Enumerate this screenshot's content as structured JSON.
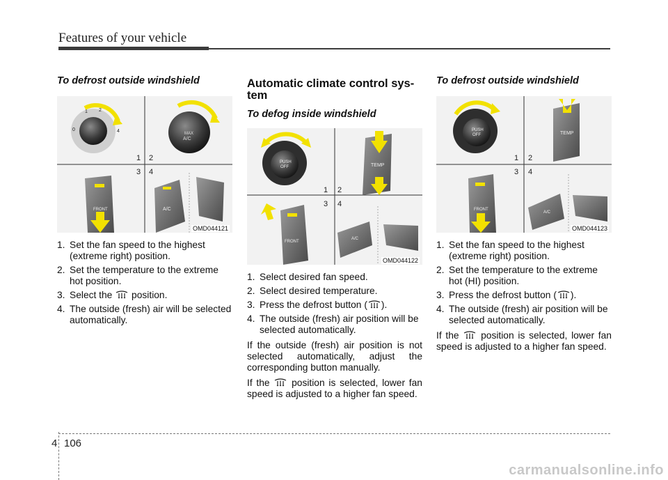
{
  "header": {
    "title": "Features of your vehicle"
  },
  "col1": {
    "heading": "To defrost outside windshield",
    "figure": {
      "code": "OMD044121",
      "quadrants": [
        "1",
        "2",
        "3",
        "4"
      ],
      "ac_label": "A/C",
      "max_label": "MAX",
      "front_label": "FRONT"
    },
    "steps": [
      {
        "num": "1.",
        "text": "Set the fan speed to the highest (extreme right) position."
      },
      {
        "num": "2.",
        "text": "Set the temperature to the extreme hot position."
      },
      {
        "num": "3.",
        "pre": "Select the",
        "post": "position.",
        "icon": "defrost-icon"
      },
      {
        "num": "4.",
        "text": "The outside (fresh) air will be selected automatically."
      }
    ]
  },
  "col2": {
    "title": "Automatic climate control sys-tem",
    "heading": "To defog inside windshield",
    "figure": {
      "code": "OMD044122",
      "quadrants": [
        "1",
        "2",
        "3",
        "4"
      ],
      "push": "PUSH",
      "off": "OFF",
      "temp": "TEMP",
      "front_label": "FRONT",
      "ac_label": "A/C"
    },
    "steps": [
      {
        "num": "1.",
        "text": "Select desired fan speed."
      },
      {
        "num": "2.",
        "text": "Select desired temperature."
      },
      {
        "num": "3.",
        "pre": "Press the defrost button (",
        "post": ").",
        "icon": "defrost-icon"
      },
      {
        "num": "4.",
        "text": "The outside (fresh) air position will be selected automatically."
      }
    ],
    "para1": "If the outside (fresh) air position is not selected automatically, adjust the corresponding button manually.",
    "para2": {
      "pre": "If the",
      "post": "position is selected, lower fan speed is adjusted to a higher fan speed."
    }
  },
  "col3": {
    "heading": "To defrost outside windshield",
    "figure": {
      "code": "OMD044123",
      "quadrants": [
        "1",
        "2",
        "3",
        "4"
      ],
      "push": "PUSH",
      "off": "OFF",
      "temp": "TEMP",
      "front_label": "FRONT",
      "ac_label": "A/C"
    },
    "steps": [
      {
        "num": "1.",
        "text": "Set the fan speed to the highest (extreme right) position."
      },
      {
        "num": "2.",
        "text": "Set the temperature to the extreme hot (HI) position."
      },
      {
        "num": "3.",
        "pre": "Press the defrost button (",
        "post": ").",
        "icon": "defrost-icon"
      },
      {
        "num": "4.",
        "text": "The outside (fresh) air position will be selected automatically."
      }
    ],
    "para": {
      "pre": "If the",
      "post": "position is selected, lower fan speed is adjusted to a higher fan speed."
    }
  },
  "footer": {
    "section": "4",
    "page": "106",
    "watermark": "carmanualsonline.info"
  },
  "colors": {
    "accent_yellow": "#f2e100",
    "panel_gray": "#6e6e6e",
    "rule": "#3b3b3b"
  }
}
